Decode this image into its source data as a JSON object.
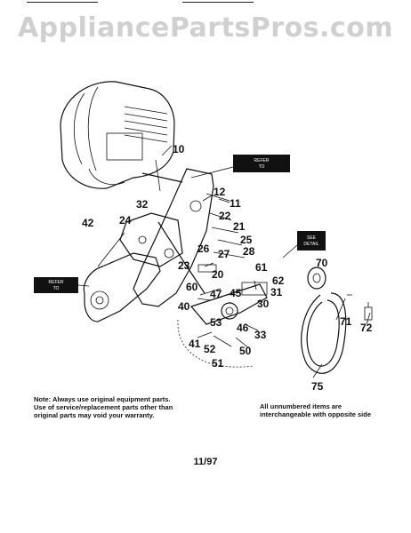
{
  "watermark": "AppliancePartsPros.com",
  "callout_boxes": {
    "upper": [
      "REFER",
      "TO"
    ],
    "left": [
      "REFER",
      "TO"
    ],
    "right": [
      "SEE",
      "DETAIL"
    ]
  },
  "part_labels": [
    "10",
    "11",
    "12",
    "20",
    "21",
    "22",
    "23",
    "24",
    "25",
    "26",
    "27",
    "28",
    "30",
    "31",
    "32",
    "33",
    "40",
    "41",
    "42",
    "45",
    "46",
    "47",
    "50",
    "51",
    "52",
    "53",
    "60",
    "61",
    "62",
    "70",
    "71",
    "72",
    "75"
  ],
  "notes": {
    "left": "Note: Always use original equipment parts.  Use of service/replacement parts other than original parts may void your warranty.",
    "right": "All unnumbered items are interchangeable with opposite side"
  },
  "page_code": "11/97"
}
